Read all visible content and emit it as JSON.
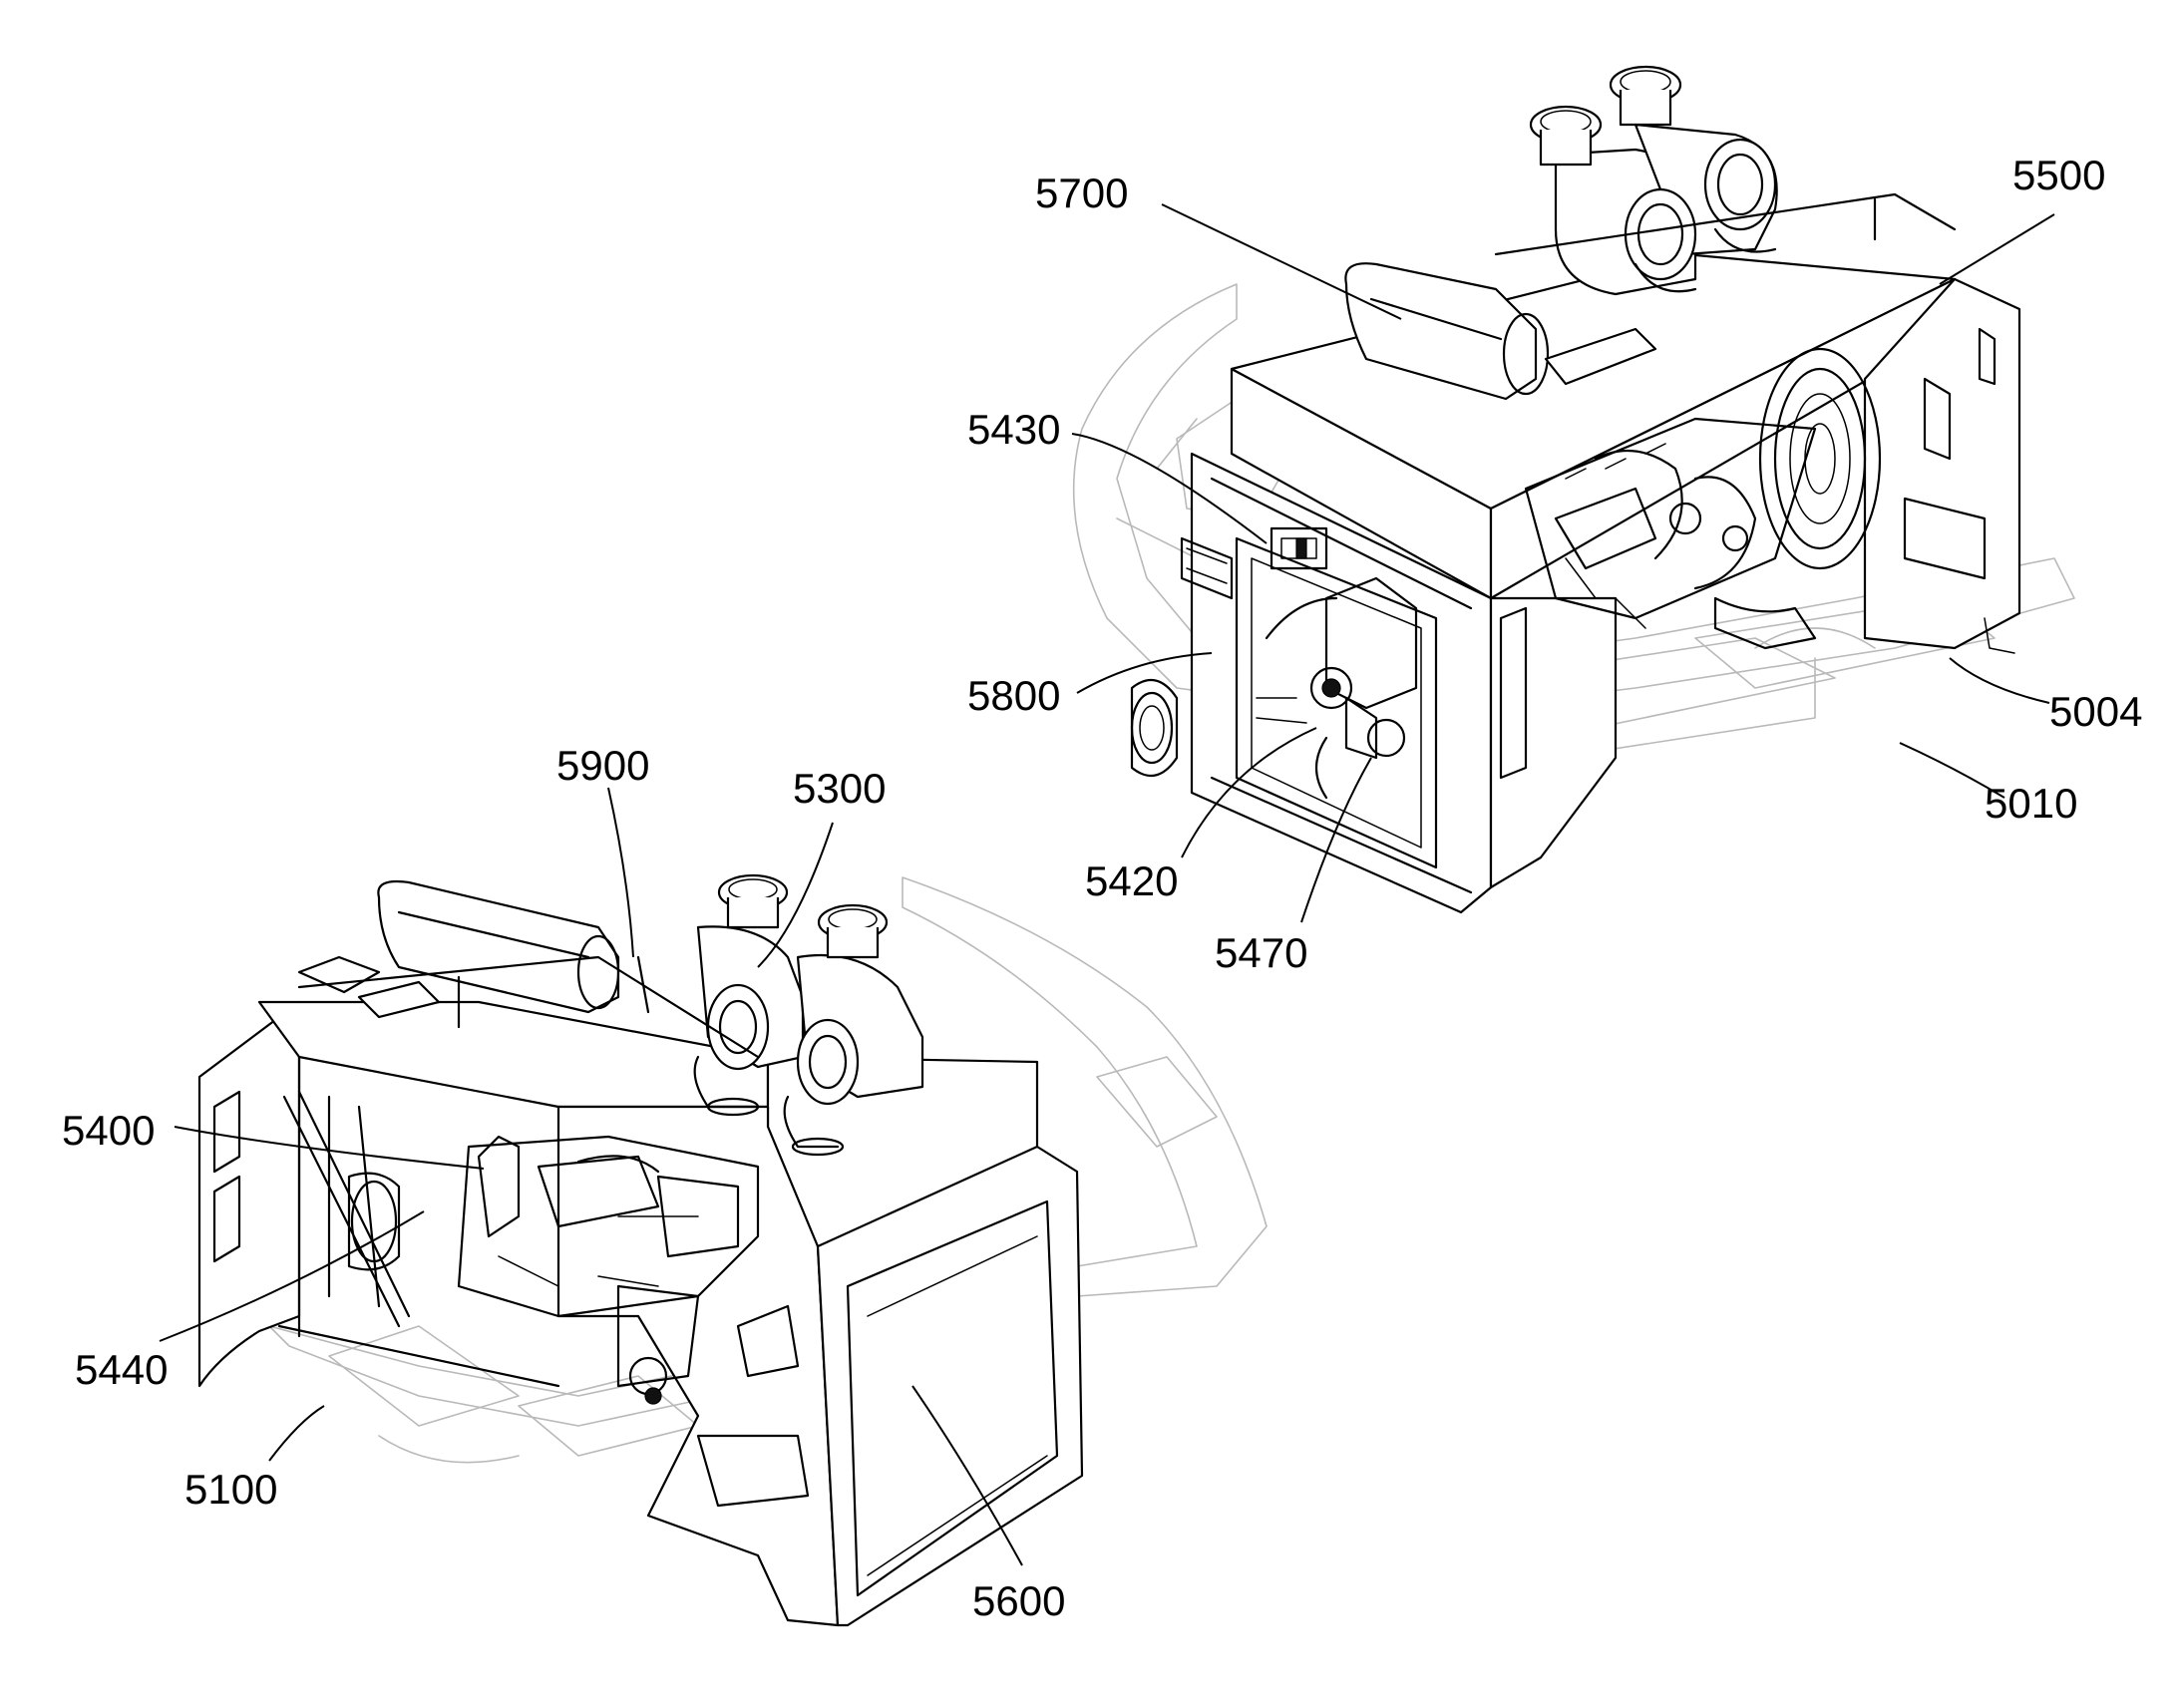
{
  "reference_numerals": {
    "n5700": "5700",
    "n5500": "5500",
    "n5430": "5430",
    "n5800": "5800",
    "n5004": "5004",
    "n5010": "5010",
    "n5420": "5420",
    "n5470": "5470",
    "n5900": "5900",
    "n5300": "5300",
    "n5400": "5400",
    "n5440": "5440",
    "n5100": "5100",
    "n5600": "5600"
  }
}
